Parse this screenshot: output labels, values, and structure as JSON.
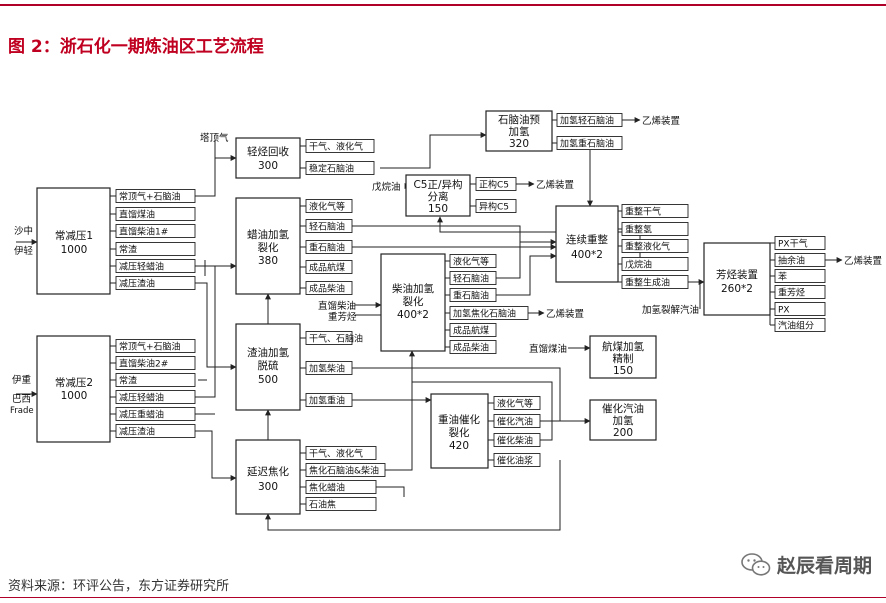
{
  "title": "图 2：浙石化一期炼油区工艺流程",
  "source": "资料来源：环评公告，东方证券研究所",
  "watermark": "赵辰看周期",
  "inputs": {
    "shazhong": "沙中",
    "yiqing": "伊轻",
    "yizhong": "伊重",
    "baxi": "巴西",
    "frade": "Frade",
    "tadingqi": "塔顶气",
    "wuwanyou": "戊烷油",
    "zhiliu_chaiyou": "直馏柴油",
    "zhongfangting": "重芳烃",
    "zhiliu_meiyou": "直馏煤油",
    "jiaqing_liejie_qiyou": "加氢裂解汽油"
  },
  "units": {
    "u1": {
      "name": "常减压1",
      "cap": "1000"
    },
    "u2": {
      "name": "常减压2",
      "cap": "1000"
    },
    "light": {
      "name": "轻烃回收",
      "cap": "300"
    },
    "wax": {
      "name1": "蜡油加氢",
      "name2": "裂化",
      "cap": "380"
    },
    "resid": {
      "name1": "渣油加氢",
      "name2": "脱硫",
      "cap": "500"
    },
    "coker": {
      "name": "延迟焦化",
      "cap": "300"
    },
    "diesel": {
      "name1": "柴油加氢",
      "name2": "裂化",
      "cap": "400*2"
    },
    "c5": {
      "name1": "C5正/异构",
      "name2": "分离",
      "cap": "150"
    },
    "naphpre": {
      "name1": "石脑油预",
      "name2": "加氢",
      "cap": "320"
    },
    "reform": {
      "name": "连续重整",
      "cap": "400*2"
    },
    "arom": {
      "name": "芳烃装置",
      "cap": "260*2"
    },
    "jet": {
      "name1": "航煤加氢",
      "name2": "精制",
      "cap": "150"
    },
    "fcc": {
      "name1": "重油催化",
      "name2": "裂化",
      "cap": "420"
    },
    "fccgas": {
      "name1": "催化汽油",
      "name2": "加氢",
      "cap": "200"
    }
  },
  "streams": {
    "u1": [
      "常顶气+石脑油",
      "直馏煤油",
      "直馏柴油1#",
      "常渣",
      "减压轻蜡油",
      "减压渣油"
    ],
    "u2": [
      "常顶气+石脑油",
      "直馏柴油2#",
      "常渣",
      "减压轻蜡油",
      "减压重蜡油",
      "减压渣油"
    ],
    "light": [
      "干气、液化气",
      "稳定石脑油"
    ],
    "wax": [
      "液化气等",
      "轻石脑油",
      "重石脑油",
      "成品航煤",
      "成品柴油"
    ],
    "resid": [
      "干气、石脑油",
      "加氢柴油",
      "加氢重油"
    ],
    "coker": [
      "干气、液化气",
      "焦化石脑油&柴油",
      "焦化蜡油",
      "石油焦"
    ],
    "diesel": [
      "液化气等",
      "轻石脑油",
      "重石脑油",
      "加氢焦化石脑油",
      "成品航煤",
      "成品柴油"
    ],
    "c5": [
      "正构C5",
      "异构C5"
    ],
    "naphpre": [
      "加氢轻石脑油",
      "加氢重石脑油"
    ],
    "reform": [
      "重整干气",
      "重整氢",
      "重整液化气",
      "戊烷油",
      "重整生成油"
    ],
    "arom": [
      "PX干气",
      "抽余油",
      "苯",
      "重芳烃",
      "PX",
      "汽油组分"
    ],
    "fcc": [
      "液化气等",
      "催化汽油",
      "催化柴油",
      "催化油浆"
    ]
  },
  "outputs": {
    "ethylene_1": "乙烯装置",
    "ethylene_2": "乙烯装置",
    "ethylene_3": "乙烯装置",
    "ethylene_4": "乙烯装置"
  }
}
